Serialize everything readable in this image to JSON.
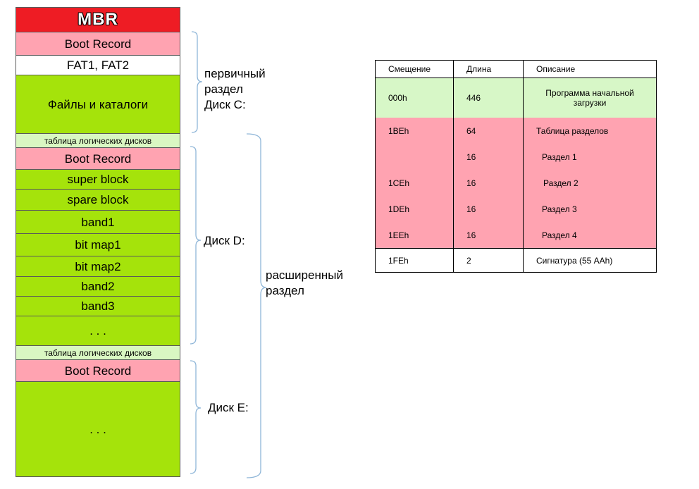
{
  "layers": [
    {
      "label": "MBR",
      "color": "#ee1c24"
    },
    {
      "label": "Boot Record",
      "color": "#ffa3b1"
    },
    {
      "label": "FAT1, FAT2",
      "color": "#ffffff"
    },
    {
      "label": "Файлы и каталоги",
      "color": "#a5e30b"
    },
    {
      "label": "таблица логических дисков",
      "color": "#d9f7c2"
    },
    {
      "label": "Boot Record",
      "color": "#ffa3b1"
    },
    {
      "label": "super block",
      "color": "#a5e30b"
    },
    {
      "label": "spare block",
      "color": "#a5e30b"
    },
    {
      "label": "band1",
      "color": "#a5e30b"
    },
    {
      "label": "bit map1",
      "color": "#a5e30b"
    },
    {
      "label": "bit map2",
      "color": "#a5e30b"
    },
    {
      "label": "band2",
      "color": "#a5e30b"
    },
    {
      "label": "band3",
      "color": "#a5e30b"
    },
    {
      "label": ". . .",
      "color": "#a5e30b"
    },
    {
      "label": "таблица логических дисков",
      "color": "#d9f7c2"
    },
    {
      "label": "Boot Record",
      "color": "#ffa3b1"
    },
    {
      "label": ". . .",
      "color": "#a5e30b"
    }
  ],
  "labels": {
    "primary_line1": "первичный",
    "primary_line2": "раздел",
    "primary_line3": "Диск С:",
    "disk_d": "Диск D:",
    "extended_line1": "расширенный",
    "extended_line2": "раздел",
    "disk_e": "Диск E:"
  },
  "table": {
    "headers": [
      "Смещение",
      "Длина",
      "Описание"
    ],
    "rows": [
      {
        "offset": "000h",
        "length": "446",
        "desc_line1": "Программа начальной",
        "desc_line2": "загрузки",
        "color": "#d7f7c7"
      },
      {
        "offset": "1BEh",
        "length": "64",
        "desc_line1": "Таблица разделов",
        "color": "#ffa3b1"
      },
      {
        "offset": "",
        "length": "16",
        "desc_line1": "Раздел 1",
        "color": "#ffa3b1"
      },
      {
        "offset": "1CEh",
        "length": "16",
        "desc_line1": "Раздел 2",
        "color": "#ffa3b1"
      },
      {
        "offset": "1DEh",
        "length": "16",
        "desc_line1": "Раздел 3",
        "color": "#ffa3b1"
      },
      {
        "offset": "1EEh",
        "length": "16",
        "desc_line1": "Раздел 4",
        "color": "#ffa3b1"
      },
      {
        "offset": "1FEh",
        "length": "2",
        "desc_line1": "Сигнатура (55 AAh)",
        "color": "#ffffff"
      }
    ]
  }
}
